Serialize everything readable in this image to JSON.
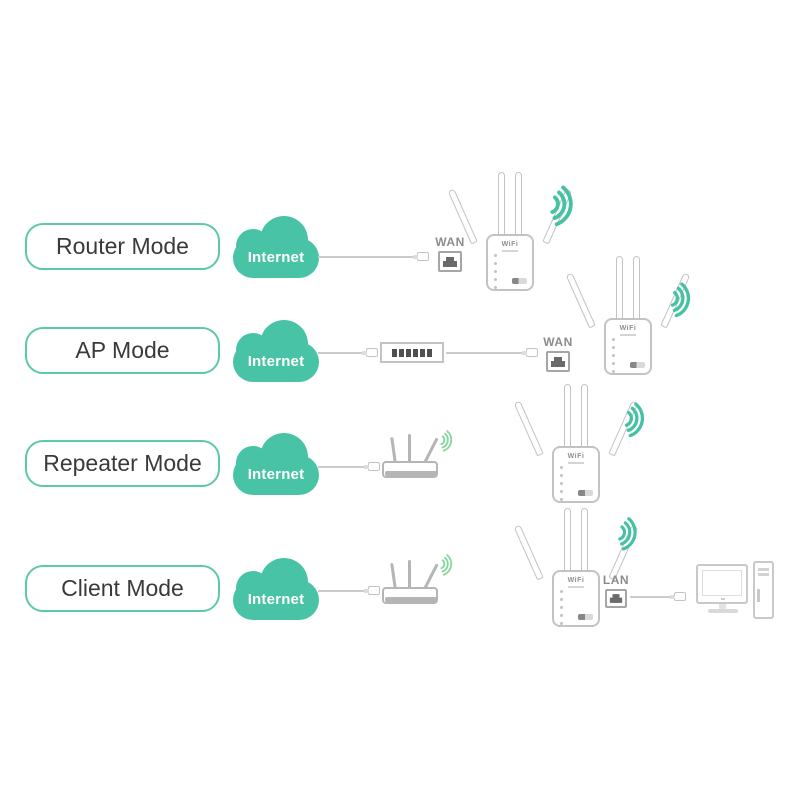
{
  "cloud_label": "Internet",
  "device": {
    "label": "WiFi"
  },
  "rows": [
    {
      "label": "Router Mode",
      "port_label": "WAN"
    },
    {
      "label": "AP Mode",
      "port_label": "WAN"
    },
    {
      "label": "Repeater Mode"
    },
    {
      "label": "Client Mode",
      "port_label": "LAN"
    }
  ],
  "colors": {
    "teal": "#49C3A5",
    "pill_border": "#5CC9A7",
    "arc_teal": "#45C2A3",
    "arc_green": "#86D79E",
    "cable": "#CBCBCB",
    "outline": "#C3C3C3",
    "router_outline": "#B5B5B5",
    "port_label": "#8C8C8C",
    "jack": "#6A6A6A",
    "text": "#3A3A3A"
  }
}
